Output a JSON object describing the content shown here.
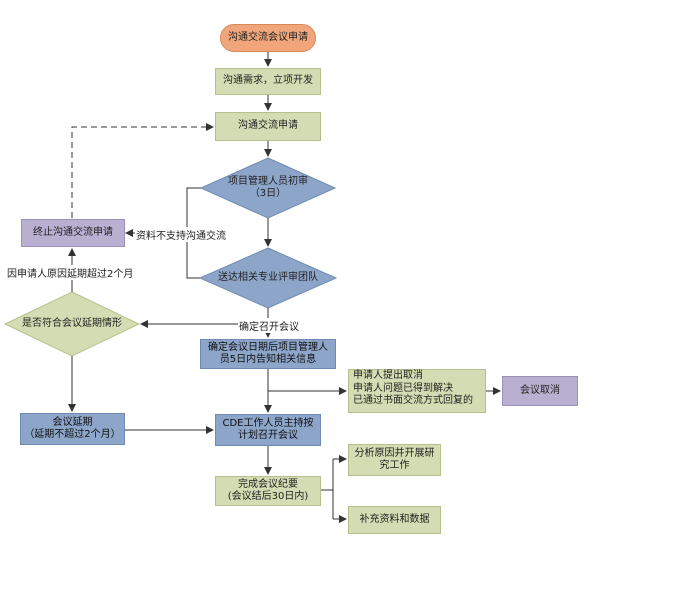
{
  "nodes": {
    "start": "沟通交流会议申请",
    "need_dev": "沟通需求，立项开发",
    "apply": "沟通交流申请",
    "initial_review": [
      "项目管理人员初审",
      "（3日）"
    ],
    "send_team": "送达相关专业评审团队",
    "terminate": "终止沟通交流申请",
    "extend_check": "是否符合会议延期情形",
    "notify": [
      "确定会议日期后项目管理人",
      "员5日内告知相关信息"
    ],
    "cancel_reasons": [
      "申请人提出取消",
      "申请人问题已得到解决",
      "已通过书面交流方式回复的"
    ],
    "cancel": "会议取消",
    "delay": [
      "会议延期",
      "（延期不超过2个月）"
    ],
    "cde_host": [
      "CDE工作人员主持按",
      "计划召开会议"
    ],
    "minutes": [
      "完成会议纪要",
      "(会议结后30日内)"
    ],
    "analysis": [
      "分析原因并开展研",
      "究工作"
    ],
    "supplement": "补充资料和数据"
  },
  "edge_labels": {
    "not_supported": "资料不支持沟通交流",
    "over_2_months": "因申请人原因延期超过2个月",
    "confirm_meeting": "确定召开会议"
  }
}
